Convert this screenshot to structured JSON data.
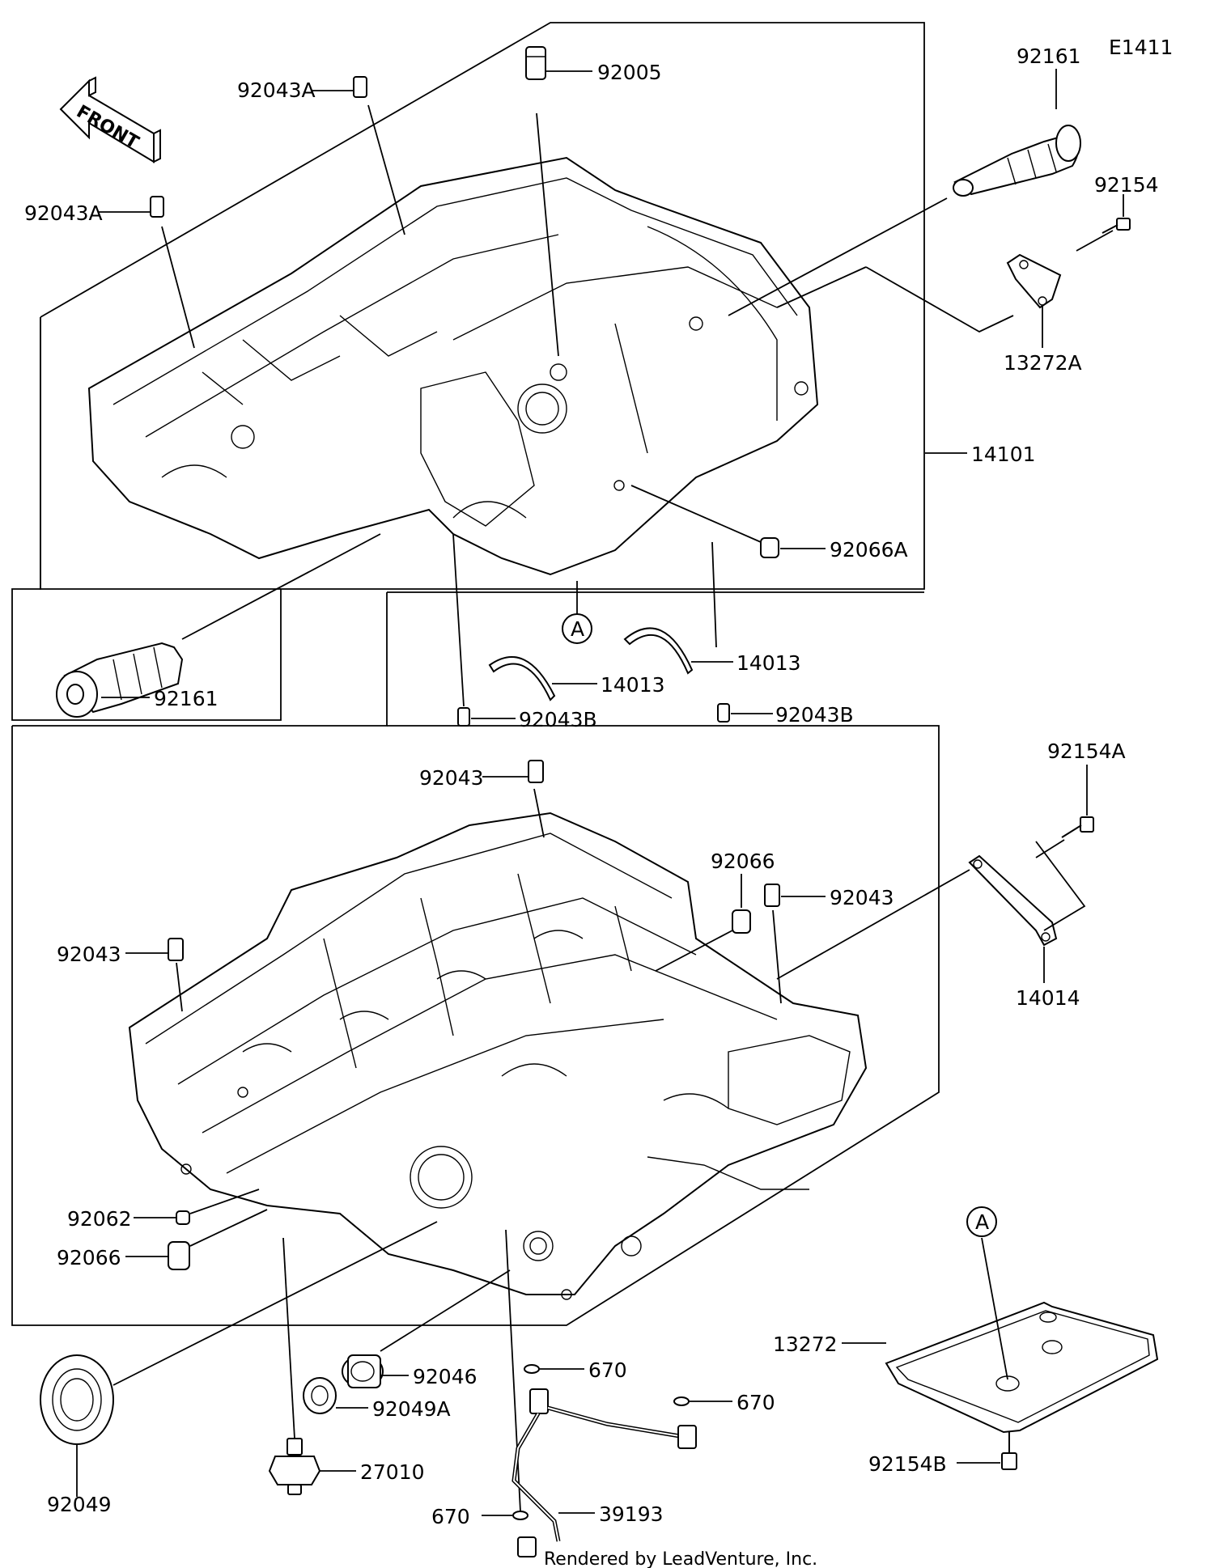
{
  "diagram_code": "E1411",
  "front_label": "FRONT",
  "footer": "Rendered by LeadVenture, Inc.",
  "callouts": {
    "p92043A_top": "92043A",
    "p92005": "92005",
    "p92161_top": "92161",
    "p92043A_left": "92043A",
    "p92154": "92154",
    "p13272A": "13272A",
    "p14101": "14101",
    "p92066A": "92066A",
    "circleA_mid": "A",
    "p14013_left": "14013",
    "p14013_right": "14013",
    "p92161_left": "92161",
    "p92043B_left": "92043B",
    "p92043B_right": "92043B",
    "p92154A": "92154A",
    "p92043_top": "92043",
    "p92066_mid": "92066",
    "p92043_right": "92043",
    "p92043_left": "92043",
    "p14014": "14014",
    "circleA_pan": "A",
    "p13272": "13272",
    "p92062": "92062",
    "p92066_low": "92066",
    "p92046": "92046",
    "p670_a": "670",
    "p670_b": "670",
    "p92049A": "92049A",
    "p92049": "92049",
    "p27010": "27010",
    "p92154B": "92154B",
    "p670_c": "670",
    "p39193": "39193"
  }
}
